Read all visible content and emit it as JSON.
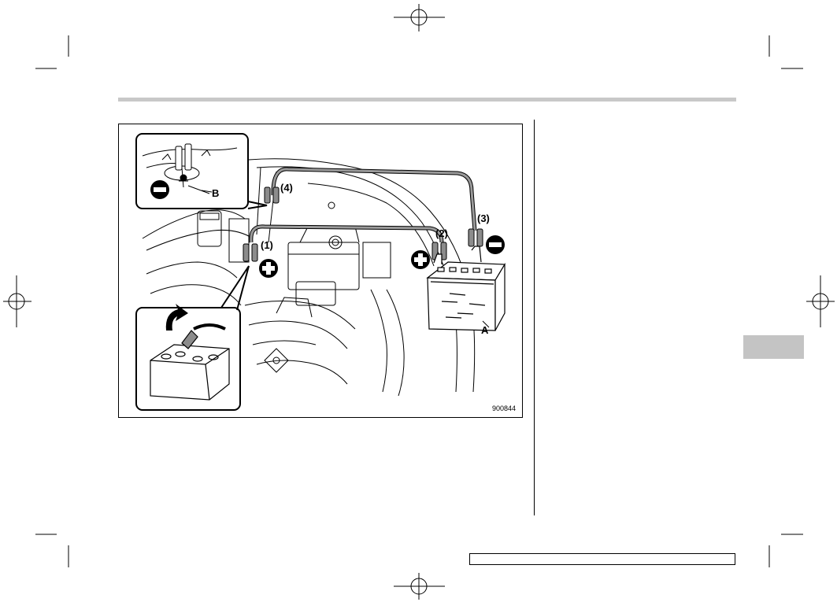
{
  "figure": {
    "code": "900844",
    "callouts": {
      "c1": "(1)",
      "c2": "(2)",
      "c3": "(3)",
      "c4": "(4)",
      "A": "A",
      "B": "B"
    }
  },
  "colors": {
    "ink": "#000000",
    "header_rule": "#c8c8c8",
    "tab_marker": "#c4c4c4",
    "cable": "#9a9a9a"
  },
  "icons": [
    "plus-icon",
    "minus-icon",
    "arrow-icon"
  ]
}
